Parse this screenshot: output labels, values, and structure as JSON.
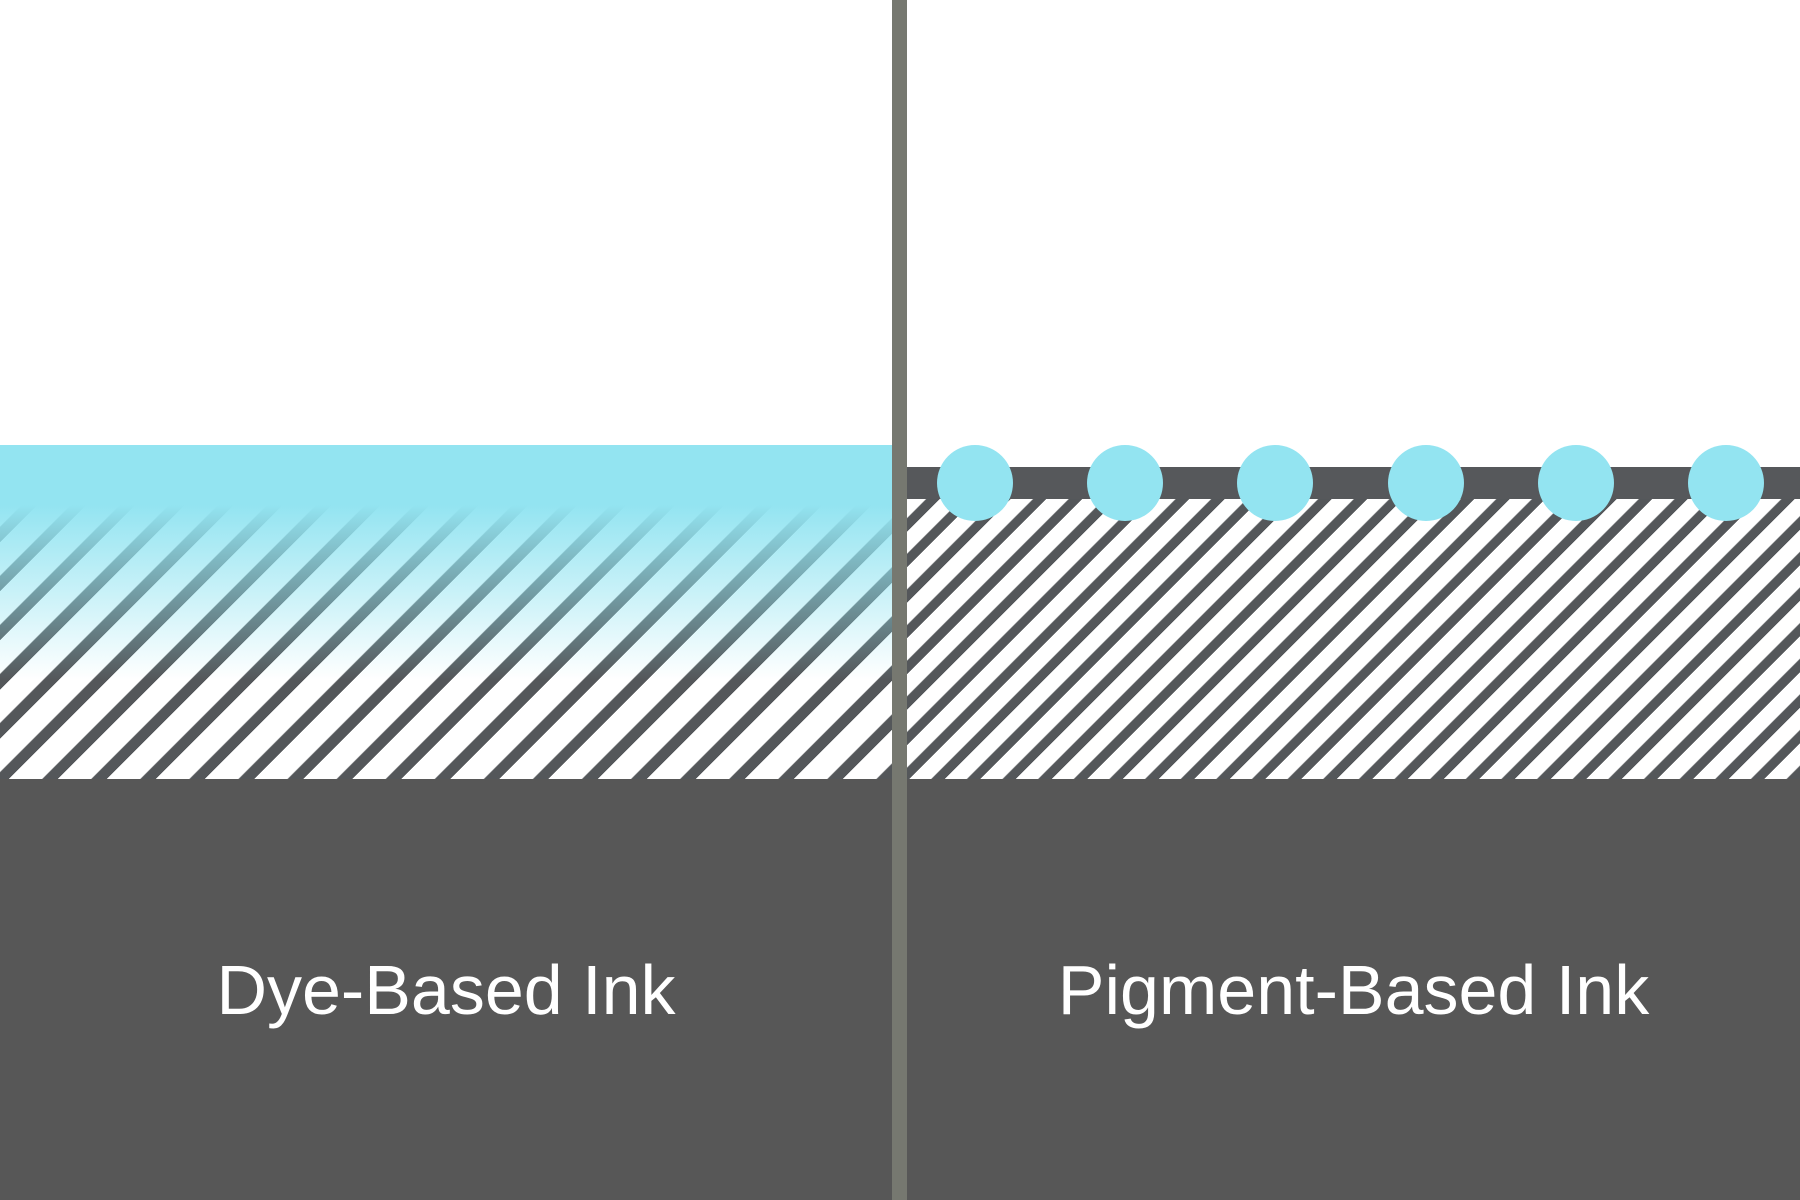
{
  "diagram": {
    "panels": {
      "left": {
        "label": "Dye-Based Ink"
      },
      "right": {
        "label": "Pigment-Based Ink"
      }
    },
    "particles": {
      "count": 6
    },
    "colors": {
      "ink_cyan": "#93E4F1",
      "surface_dark": "#56585B",
      "stripe_dark": "#54575A",
      "ground_dark": "#575757",
      "divider_gray": "#767870",
      "label_white": "#FFFFFF"
    }
  }
}
